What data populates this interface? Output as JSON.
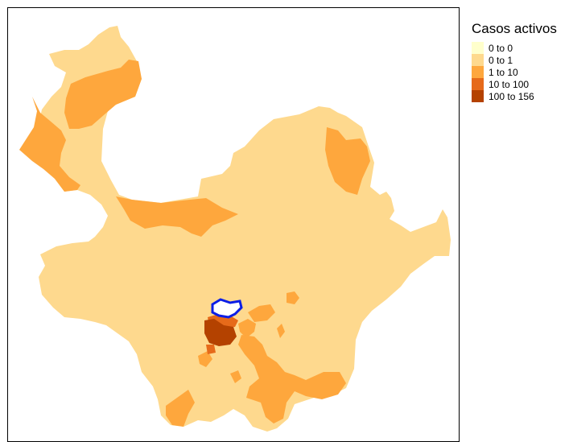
{
  "legend": {
    "title": "Casos activos",
    "items": [
      {
        "label": "0 to 0",
        "color": "#ffffcc"
      },
      {
        "label": "0 to 1",
        "color": "#fed98e"
      },
      {
        "label": "1 to 10",
        "color": "#fea73d"
      },
      {
        "label": "10 to 100",
        "color": "#e66a1a"
      },
      {
        "label": "100 to 156",
        "color": "#b44200"
      }
    ]
  },
  "highlight_color": "#0b1ee6"
}
